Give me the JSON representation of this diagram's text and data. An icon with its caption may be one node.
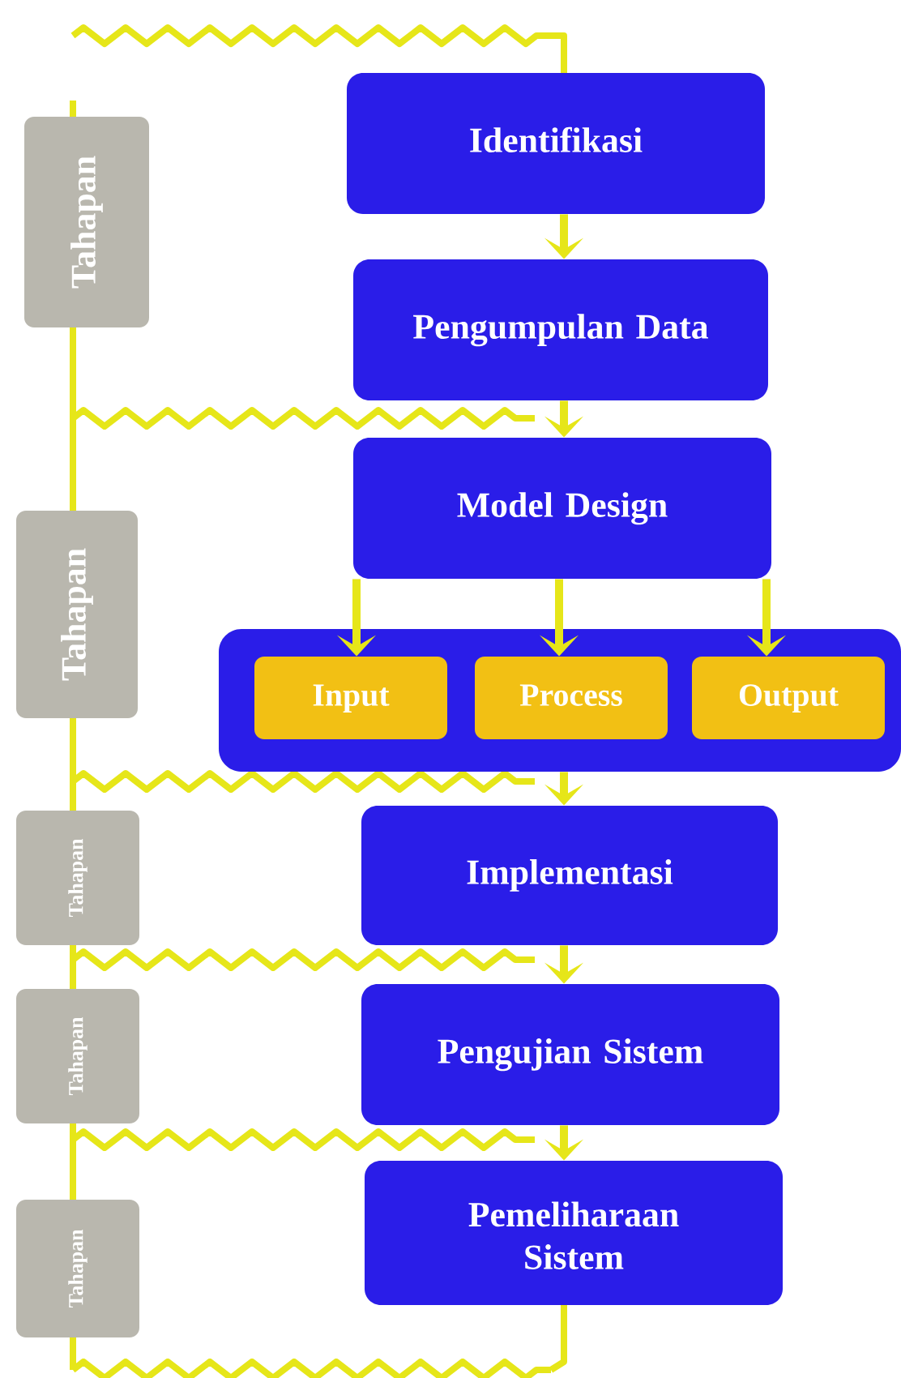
{
  "diagram": {
    "nodes": [
      {
        "text": [
          "Tahapan"
        ]
      },
      {
        "text": [
          "Identifikasi"
        ]
      },
      {
        "text": [
          "Pengumpulan Data"
        ]
      },
      {
        "text": [
          "Tahapan"
        ]
      },
      {
        "text": [
          "Model Design"
        ]
      },
      {
        "text": [],
        "shape": "box"
      },
      {
        "text": [
          "Input"
        ],
        "in": 5
      },
      {
        "text": [
          "Process"
        ],
        "in": 5
      },
      {
        "text": [
          "Output"
        ],
        "in": 5
      },
      {
        "text": [
          "Tahapan"
        ]
      },
      {
        "text": [
          "Implementasi"
        ]
      },
      {
        "text": [
          "Tahapan"
        ]
      },
      {
        "text": [
          "Pengujian Sistem"
        ]
      },
      {
        "text": [
          "Tahapan"
        ]
      },
      {
        "text": [
          "Pemeliharaan Sistem"
        ]
      }
    ],
    "edges": [
      {
        "from": 1,
        "to": 2,
        "arrow": "to"
      },
      {
        "from": 2,
        "to": 4,
        "arrow": "to"
      },
      {
        "from": 4,
        "to": 6,
        "arrow": "to"
      },
      {
        "from": 4,
        "to": 7,
        "arrow": "to"
      },
      {
        "from": 4,
        "to": 8,
        "arrow": "to"
      },
      {
        "from": 5,
        "to": 10,
        "arrow": "to"
      },
      {
        "from": 10,
        "to": 12,
        "arrow": "to"
      },
      {
        "from": 12,
        "to": 14,
        "arrow": "to"
      }
    ]
  }
}
